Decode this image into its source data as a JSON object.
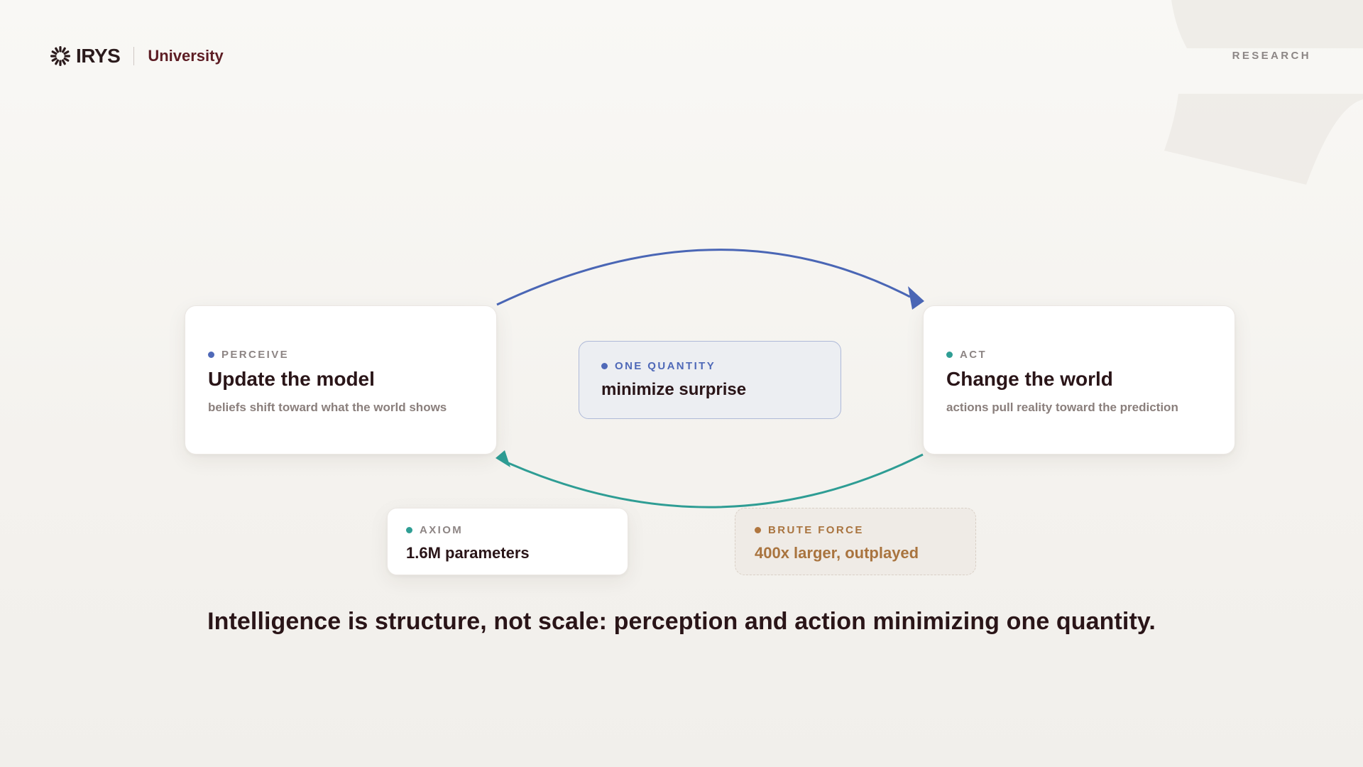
{
  "header": {
    "logo_text": "IRYS",
    "subtitle": "University",
    "section_label": "RESEARCH"
  },
  "diagram": {
    "perceive": {
      "tag": "PERCEIVE",
      "title": "Update the model",
      "subtitle": "beliefs shift toward what the world shows",
      "dot_color": "#4f69b8"
    },
    "act": {
      "tag": "ACT",
      "title": "Change the world",
      "subtitle": "actions pull reality toward the prediction",
      "dot_color": "#2f9e94"
    },
    "center": {
      "tag": "ONE QUANTITY",
      "title": "minimize surprise",
      "accent": "#4f69b8"
    },
    "axiom": {
      "tag": "AXIOM",
      "value": "1.6M parameters",
      "dot_color": "#2f9e94"
    },
    "brute_force": {
      "tag": "BRUTE FORCE",
      "value": "400x larger, outplayed",
      "accent": "#b0763f"
    },
    "arrows": {
      "top_color": "#4a66b5",
      "bottom_color": "#2e9d94"
    }
  },
  "conclusion": "Intelligence is structure, not scale: perception and action minimizing one quantity."
}
